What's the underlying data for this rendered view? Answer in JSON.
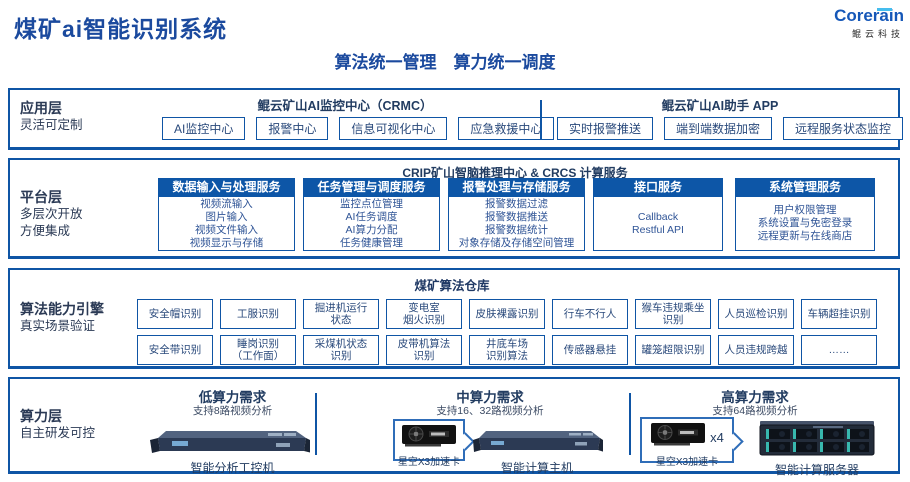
{
  "page": {
    "title": "煤矿ai智能识别系统",
    "subtitle": "算法统一管理　算力统一调度"
  },
  "logo": {
    "brand": "Corerain",
    "brand_cn": "鲲云科技",
    "brand_color": "#1557b8",
    "accent_color": "#45bdee"
  },
  "colors": {
    "primary_border": "#0f55a5",
    "card_header_bg": "#0d56a7",
    "title_text": "#1b4a9e"
  },
  "app_layer": {
    "label": "应用层",
    "sublabel": "灵活可定制",
    "crmc": {
      "title": "鲲云矿山AI监控中心（CRMC）",
      "buttons": [
        "AI监控中心",
        "报警中心",
        "信息可视化中心",
        "应急救援中心"
      ]
    },
    "app": {
      "title": "鲲云矿山AI助手 APP",
      "buttons": [
        "实时报警推送",
        "端到端数据加密",
        "远程服务状态监控"
      ]
    }
  },
  "platform_layer": {
    "label": "平台层",
    "sublabel1": "多层次开放",
    "sublabel2": "方便集成",
    "title": "CRIP矿山智脑推理中心 & CRCS 计算服务",
    "cards": [
      {
        "header": "数据输入与处理服务",
        "lines": [
          "视频流输入",
          "图片输入",
          "视频文件输入",
          "视频显示与存储"
        ]
      },
      {
        "header": "任务管理与调度服务",
        "lines": [
          "监控点位管理",
          "AI任务调度",
          "AI算力分配",
          "任务健康管理"
        ]
      },
      {
        "header": "报警处理与存储服务",
        "lines": [
          "报警数据过滤",
          "报警数据推送",
          "报警数据统计",
          "对象存储及存储空间管理"
        ]
      },
      {
        "header": "接口服务",
        "lines": [
          "Callback",
          "Restful API"
        ]
      },
      {
        "header": "系统管理服务",
        "lines": [
          "用户权限管理",
          "系统设置与免密登录",
          "远程更新与在线商店"
        ]
      }
    ]
  },
  "algo_layer": {
    "label": "算法能力引擎",
    "sublabel": "真实场景验证",
    "title": "煤矿算法仓库",
    "row1": [
      "安全帽识别",
      "工服识别",
      "掘进机运行\n状态",
      "变电室\n烟火识别",
      "皮肤裸露识别",
      "行车不行人",
      "猴车违规乘坐\n识别",
      "人员巡检识别",
      "车辆超挂识别"
    ],
    "row2": [
      "安全带识别",
      "睡岗识别\n（工作面）",
      "采煤机状态\n识别",
      "皮带机算法\n识别",
      "井底车场\n识别算法",
      "传感器悬挂",
      "罐笼超限识别",
      "人员违规跨越",
      "……"
    ]
  },
  "compute_layer": {
    "label": "算力层",
    "sublabel": "自主研发可控",
    "low": {
      "title": "低算力需求",
      "subtitle": "支持8路视频分析",
      "device": "智能分析工控机"
    },
    "mid": {
      "title": "中算力需求",
      "subtitle": "支持16、32路视频分析",
      "card_label": "星空X3加速卡",
      "device": "智能计算主机"
    },
    "high": {
      "title": "高算力需求",
      "subtitle": "支持64路视频分析",
      "card_label": "星空X3加速卡",
      "multiplier": "x4",
      "device": "智能计算服务器"
    }
  }
}
